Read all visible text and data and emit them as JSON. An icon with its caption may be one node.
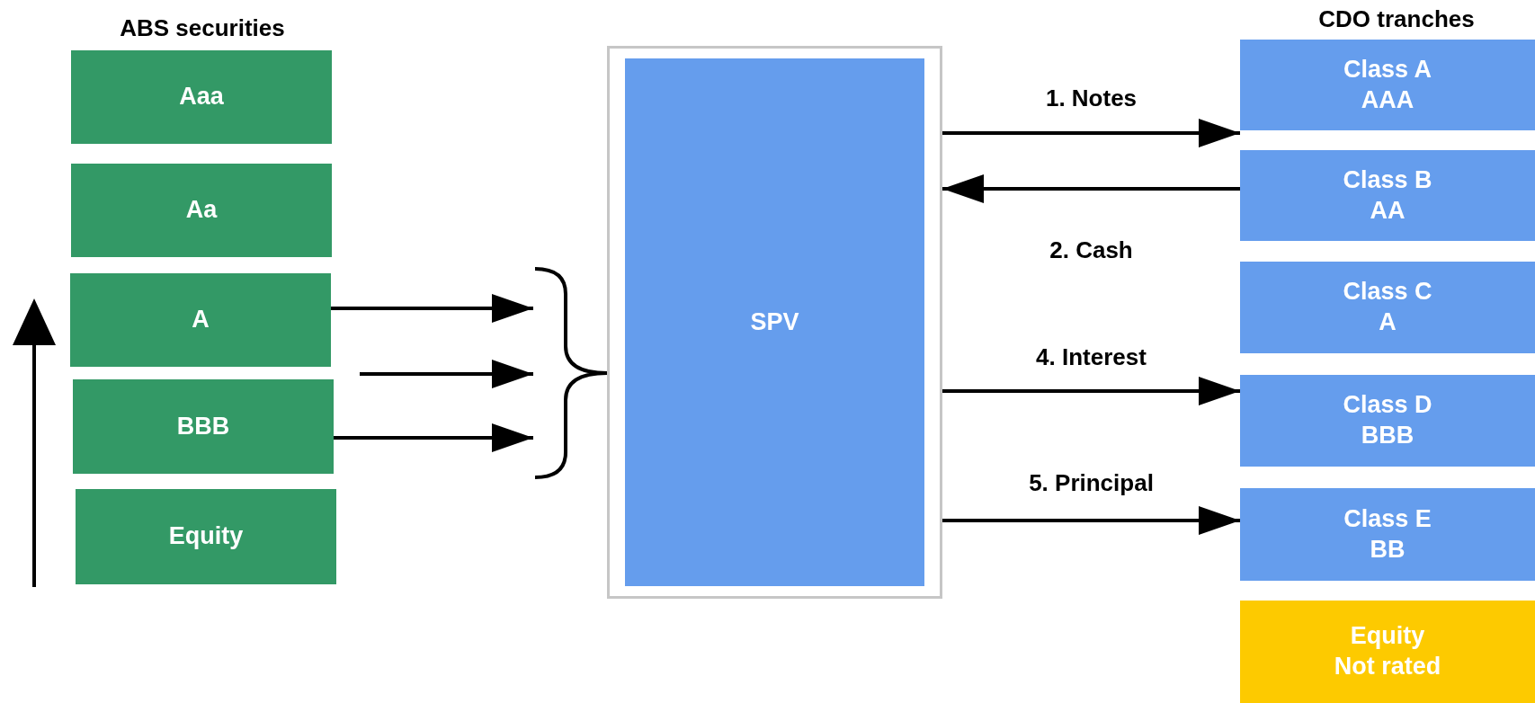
{
  "diagram": {
    "nodes": [
      {
        "text": [
          "Aaa"
        ]
      },
      {
        "text": [
          "Aa"
        ]
      },
      {
        "text": [
          "A"
        ]
      },
      {
        "text": [
          "BBB"
        ]
      },
      {
        "text": [
          "Equity"
        ]
      },
      {
        "text": [],
        "shape": "bracket"
      },
      {
        "text": [
          "SPV"
        ]
      },
      {
        "text": [
          "Class A",
          "AAA"
        ]
      },
      {
        "text": [
          "Class B",
          "AA"
        ]
      },
      {
        "text": [
          "Class C",
          "A"
        ]
      },
      {
        "text": [
          "Class D",
          "BBB"
        ]
      },
      {
        "text": [
          "Class E",
          "BB"
        ]
      },
      {
        "text": [
          "Equity",
          "Not rated"
        ]
      }
    ],
    "edges": [
      {
        "from": 2,
        "to": 5,
        "arrow": "to"
      },
      {
        "from": null,
        "to": 5,
        "arrow": "to"
      },
      {
        "from": 3,
        "to": 5,
        "arrow": "to"
      },
      {
        "from": 6,
        "to": 7,
        "arrow": "to",
        "label": "1. Notes"
      },
      {
        "from": 8,
        "to": 6,
        "arrow": "to",
        "label": "2. Cash"
      },
      {
        "from": 6,
        "to": 10,
        "arrow": "to",
        "label": "4. Interest"
      },
      {
        "from": 6,
        "to": 11,
        "arrow": "to",
        "label": "5. Principal"
      }
    ],
    "labels": [
      "ABS securities",
      "CDO tranches"
    ]
  }
}
